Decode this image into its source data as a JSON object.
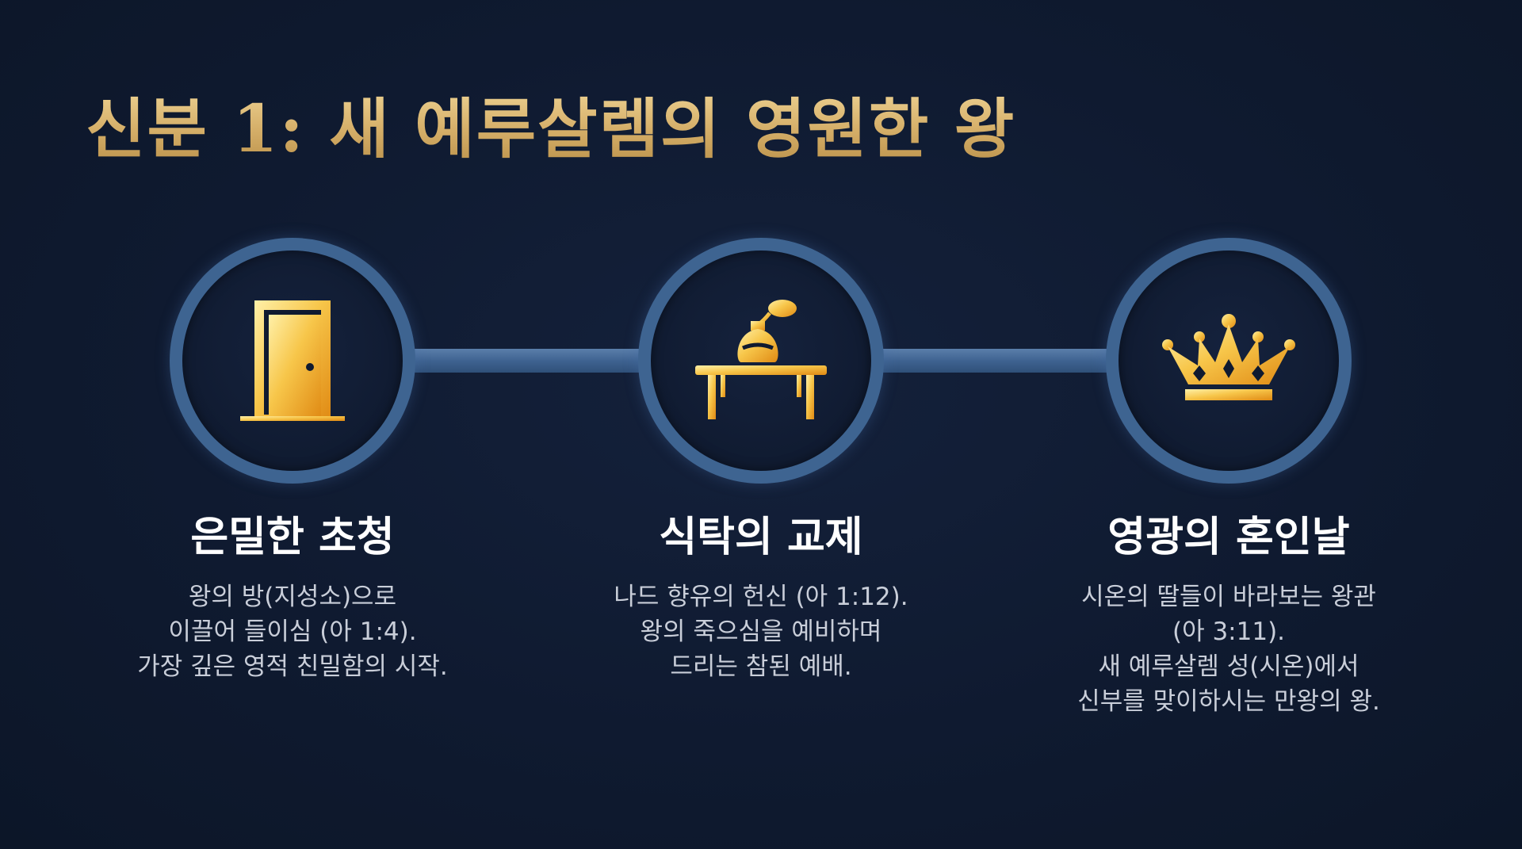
{
  "title": "신분 1: 새 예루살렘의 영원한 왕",
  "colors": {
    "background": "#0f1a30",
    "gold": "#d9b871",
    "ring": "#3e6491",
    "heading": "#ffffff",
    "body_text": "#c9ced9"
  },
  "steps": [
    {
      "icon": "door-icon",
      "heading": "은밀한 초청",
      "lines": [
        "왕의 방(지성소)으로",
        "이끌어 들이심 (아 1:4).",
        "가장 깊은 영적 친밀함의 시작."
      ]
    },
    {
      "icon": "perfume-table-icon",
      "heading": "식탁의 교제",
      "lines": [
        "나드 향유의 헌신 (아 1:12).",
        "왕의 죽으심을 예비하며",
        "드리는 참된 예배."
      ]
    },
    {
      "icon": "crown-icon",
      "heading": "영광의 혼인날",
      "lines": [
        "시온의 딸들이 바라보는 왕관",
        "(아 3:11).",
        "새 예루살렘 성(시온)에서",
        "신부를 맞이하시는 만왕의 왕."
      ]
    }
  ]
}
